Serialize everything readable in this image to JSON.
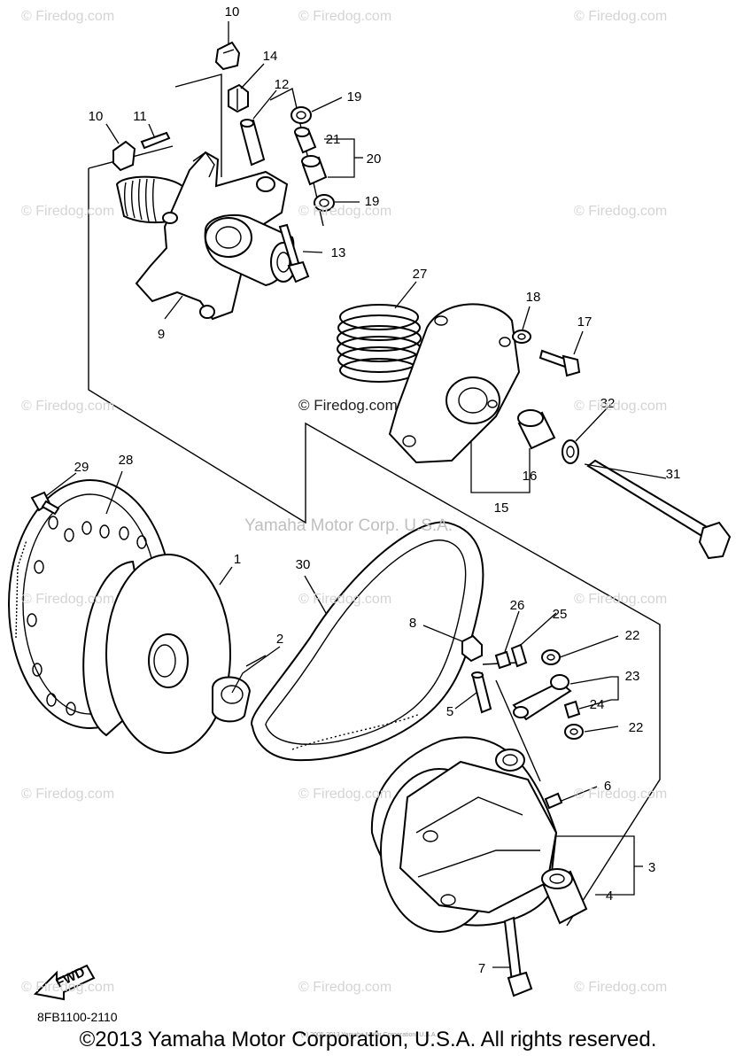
{
  "watermarks": {
    "repeat_text": "© Firedog.com",
    "center_text": "© Firedog.com",
    "overlay_text": "Yamaha Motor Corp. U.S.A."
  },
  "part_numbers": [
    "10",
    "14",
    "12",
    "19",
    "10",
    "11",
    "21",
    "20",
    "19",
    "13",
    "9",
    "27",
    "18",
    "17",
    "32",
    "31",
    "16",
    "15",
    "29",
    "28",
    "1",
    "30",
    "2",
    "8",
    "26",
    "25",
    "22",
    "23",
    "24",
    "22",
    "5",
    "6",
    "3",
    "4",
    "7"
  ],
  "fwd_label": "FWD",
  "diagram_code": "8FB1100-2110",
  "tiny_text": "(c) 2005-2013 Yamaha Motor Corporation, U.S.A.",
  "copyright": "©2013 Yamaha Motor Corporation, U.S.A. All rights reserved."
}
